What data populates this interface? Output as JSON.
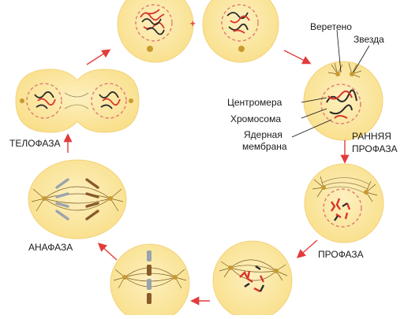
{
  "labels": {
    "spindle": "Веретено",
    "star": "Звезда",
    "centromere": "Центромера",
    "chromosome": "Хромосома",
    "nuclear_membrane_line1": "Ядерная",
    "nuclear_membrane_line2": "мембрана",
    "early_prophase_line1": "РАННЯЯ",
    "early_prophase_line2": "ПРОФАЗА",
    "prophase": "ПРОФАЗА",
    "anaphase": "АНАФАЗА",
    "telophase": "ТЕЛОФАЗА",
    "plus": "+"
  },
  "colors": {
    "cell_fill": "#fbe7a1",
    "cell_edge": "#f3d27a",
    "arrow": "#e23b3b",
    "chromatin_dark": "#2a2a2a",
    "chromatin_red": "#d9342b",
    "nucleus_dash": "#e07a72",
    "centrosome": "#c99a2e",
    "aster": "#7a5a20",
    "chromatid_grey": "#9aa3ad",
    "chromatid_brown": "#8a5a2b",
    "label_line": "#111111"
  },
  "stages": [
    {
      "id": "interphase-daughter-left"
    },
    {
      "id": "interphase-daughter-right"
    },
    {
      "id": "early-prophase"
    },
    {
      "id": "prophase"
    },
    {
      "id": "prometaphase"
    },
    {
      "id": "metaphase"
    },
    {
      "id": "anaphase"
    },
    {
      "id": "telophase"
    }
  ]
}
